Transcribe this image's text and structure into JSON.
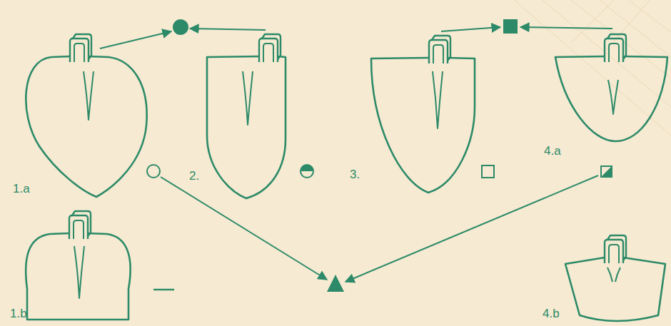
{
  "diagram": {
    "labels": [
      "1.a",
      "2.",
      "3.",
      "4.a",
      "1.b",
      "4.b"
    ]
  }
}
